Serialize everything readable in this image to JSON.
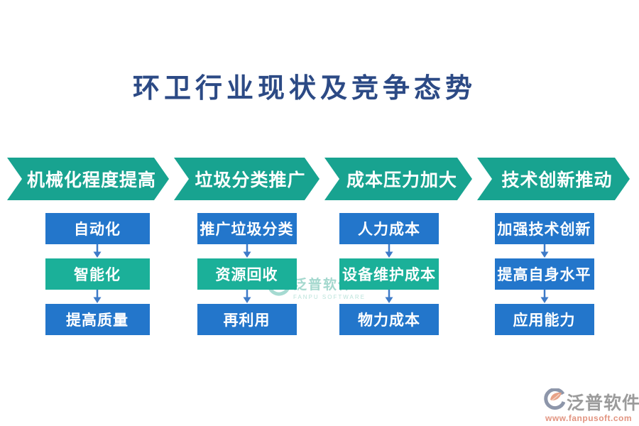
{
  "title": "环卫行业现状及竞争态势",
  "columns": [
    {
      "header": "机械化程度提高",
      "items": [
        {
          "label": "自动化",
          "variant": "blue"
        },
        {
          "label": "智能化",
          "variant": "teal"
        },
        {
          "label": "提高质量",
          "variant": "blue"
        }
      ]
    },
    {
      "header": "垃圾分类推广",
      "items": [
        {
          "label": "推广垃圾分类",
          "variant": "blue"
        },
        {
          "label": "资源回收",
          "variant": "teal"
        },
        {
          "label": "再利用",
          "variant": "blue"
        }
      ]
    },
    {
      "header": "成本压力加大",
      "items": [
        {
          "label": "人力成本",
          "variant": "blue"
        },
        {
          "label": "设备维护成本",
          "variant": "teal"
        },
        {
          "label": "物力成本",
          "variant": "blue"
        }
      ]
    },
    {
      "header": "技术创新推动",
      "items": [
        {
          "label": "加强技术创新",
          "variant": "blue"
        },
        {
          "label": "提高自身水平",
          "variant": "blue"
        },
        {
          "label": "应用能力",
          "variant": "blue"
        }
      ]
    }
  ],
  "watermark_center": {
    "name": "泛普软件",
    "subtitle": "FANPU SOFTWARE"
  },
  "footer_logo": {
    "name": "泛普软件",
    "url": "www.fanpusoft.com"
  },
  "colors": {
    "title_navy": "#2C4A85",
    "header_teal": "#18A390",
    "node_teal": "#1BB099",
    "node_blue": "#2376CB",
    "connector_blue": "#3E7BC8",
    "watermark_teal": "#8ECFC2",
    "footer_gray": "#9B9B9B",
    "footer_salmon": "#E29480"
  }
}
